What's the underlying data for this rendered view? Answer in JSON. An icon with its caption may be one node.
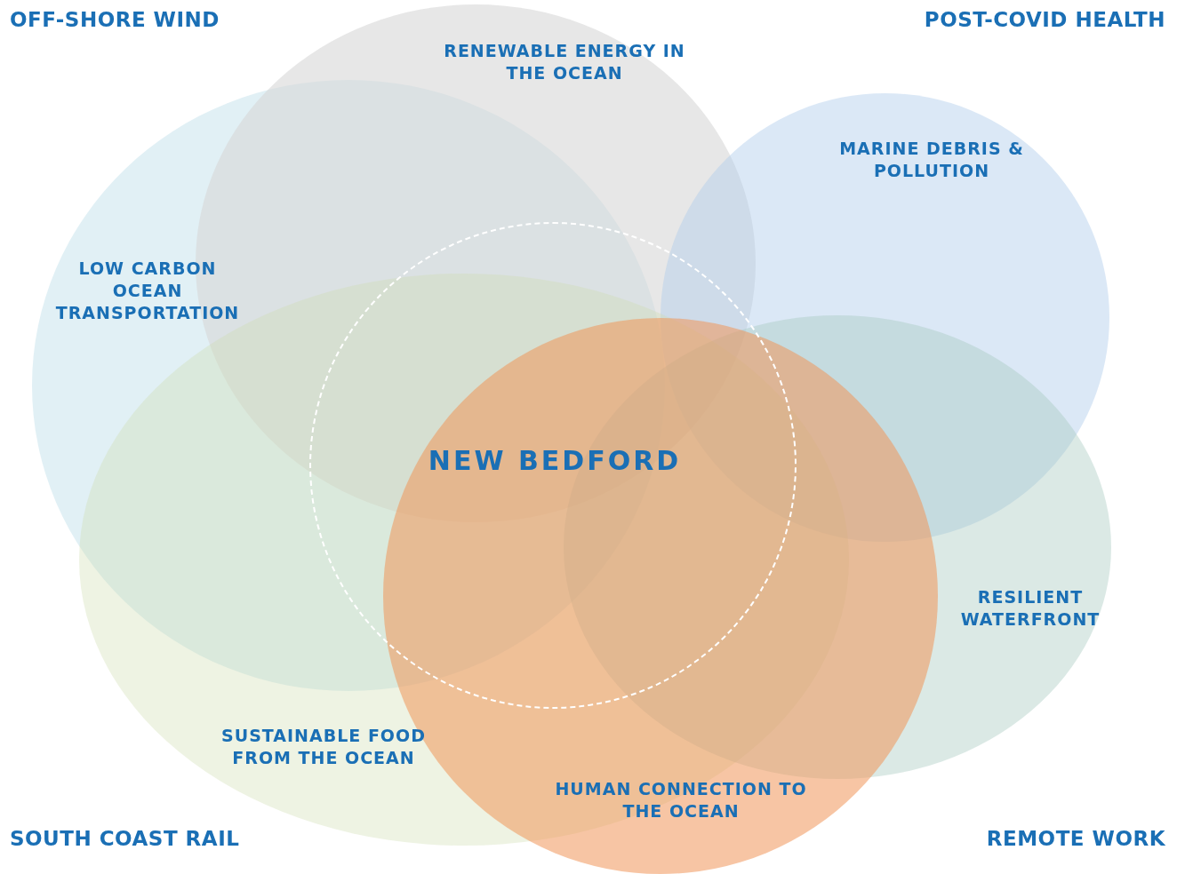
{
  "diagram": {
    "nodes": [
      {
        "text": [
          "RENEWABLE ENERGY IN THE OCEAN"
        ]
      },
      {
        "text": [
          "MARINE DEBRIS & POLLUTION"
        ]
      },
      {
        "text": [
          "LOW CARBON OCEAN TRANSPORTATION"
        ]
      },
      {
        "text": [
          "NEW BEDFORD"
        ]
      },
      {
        "text": [
          "RESILIENT WATERFRONT"
        ]
      },
      {
        "text": [
          "SUSTAINABLE FOOD FROM THE OCEAN"
        ]
      },
      {
        "text": [
          "HUMAN CONNECTION TO THE OCEAN"
        ]
      }
    ],
    "labels": [
      "OFF-SHORE WIND",
      "POST-COVID HEALTH",
      "SOUTH COAST RAIL",
      "REMOTE WORK"
    ]
  }
}
